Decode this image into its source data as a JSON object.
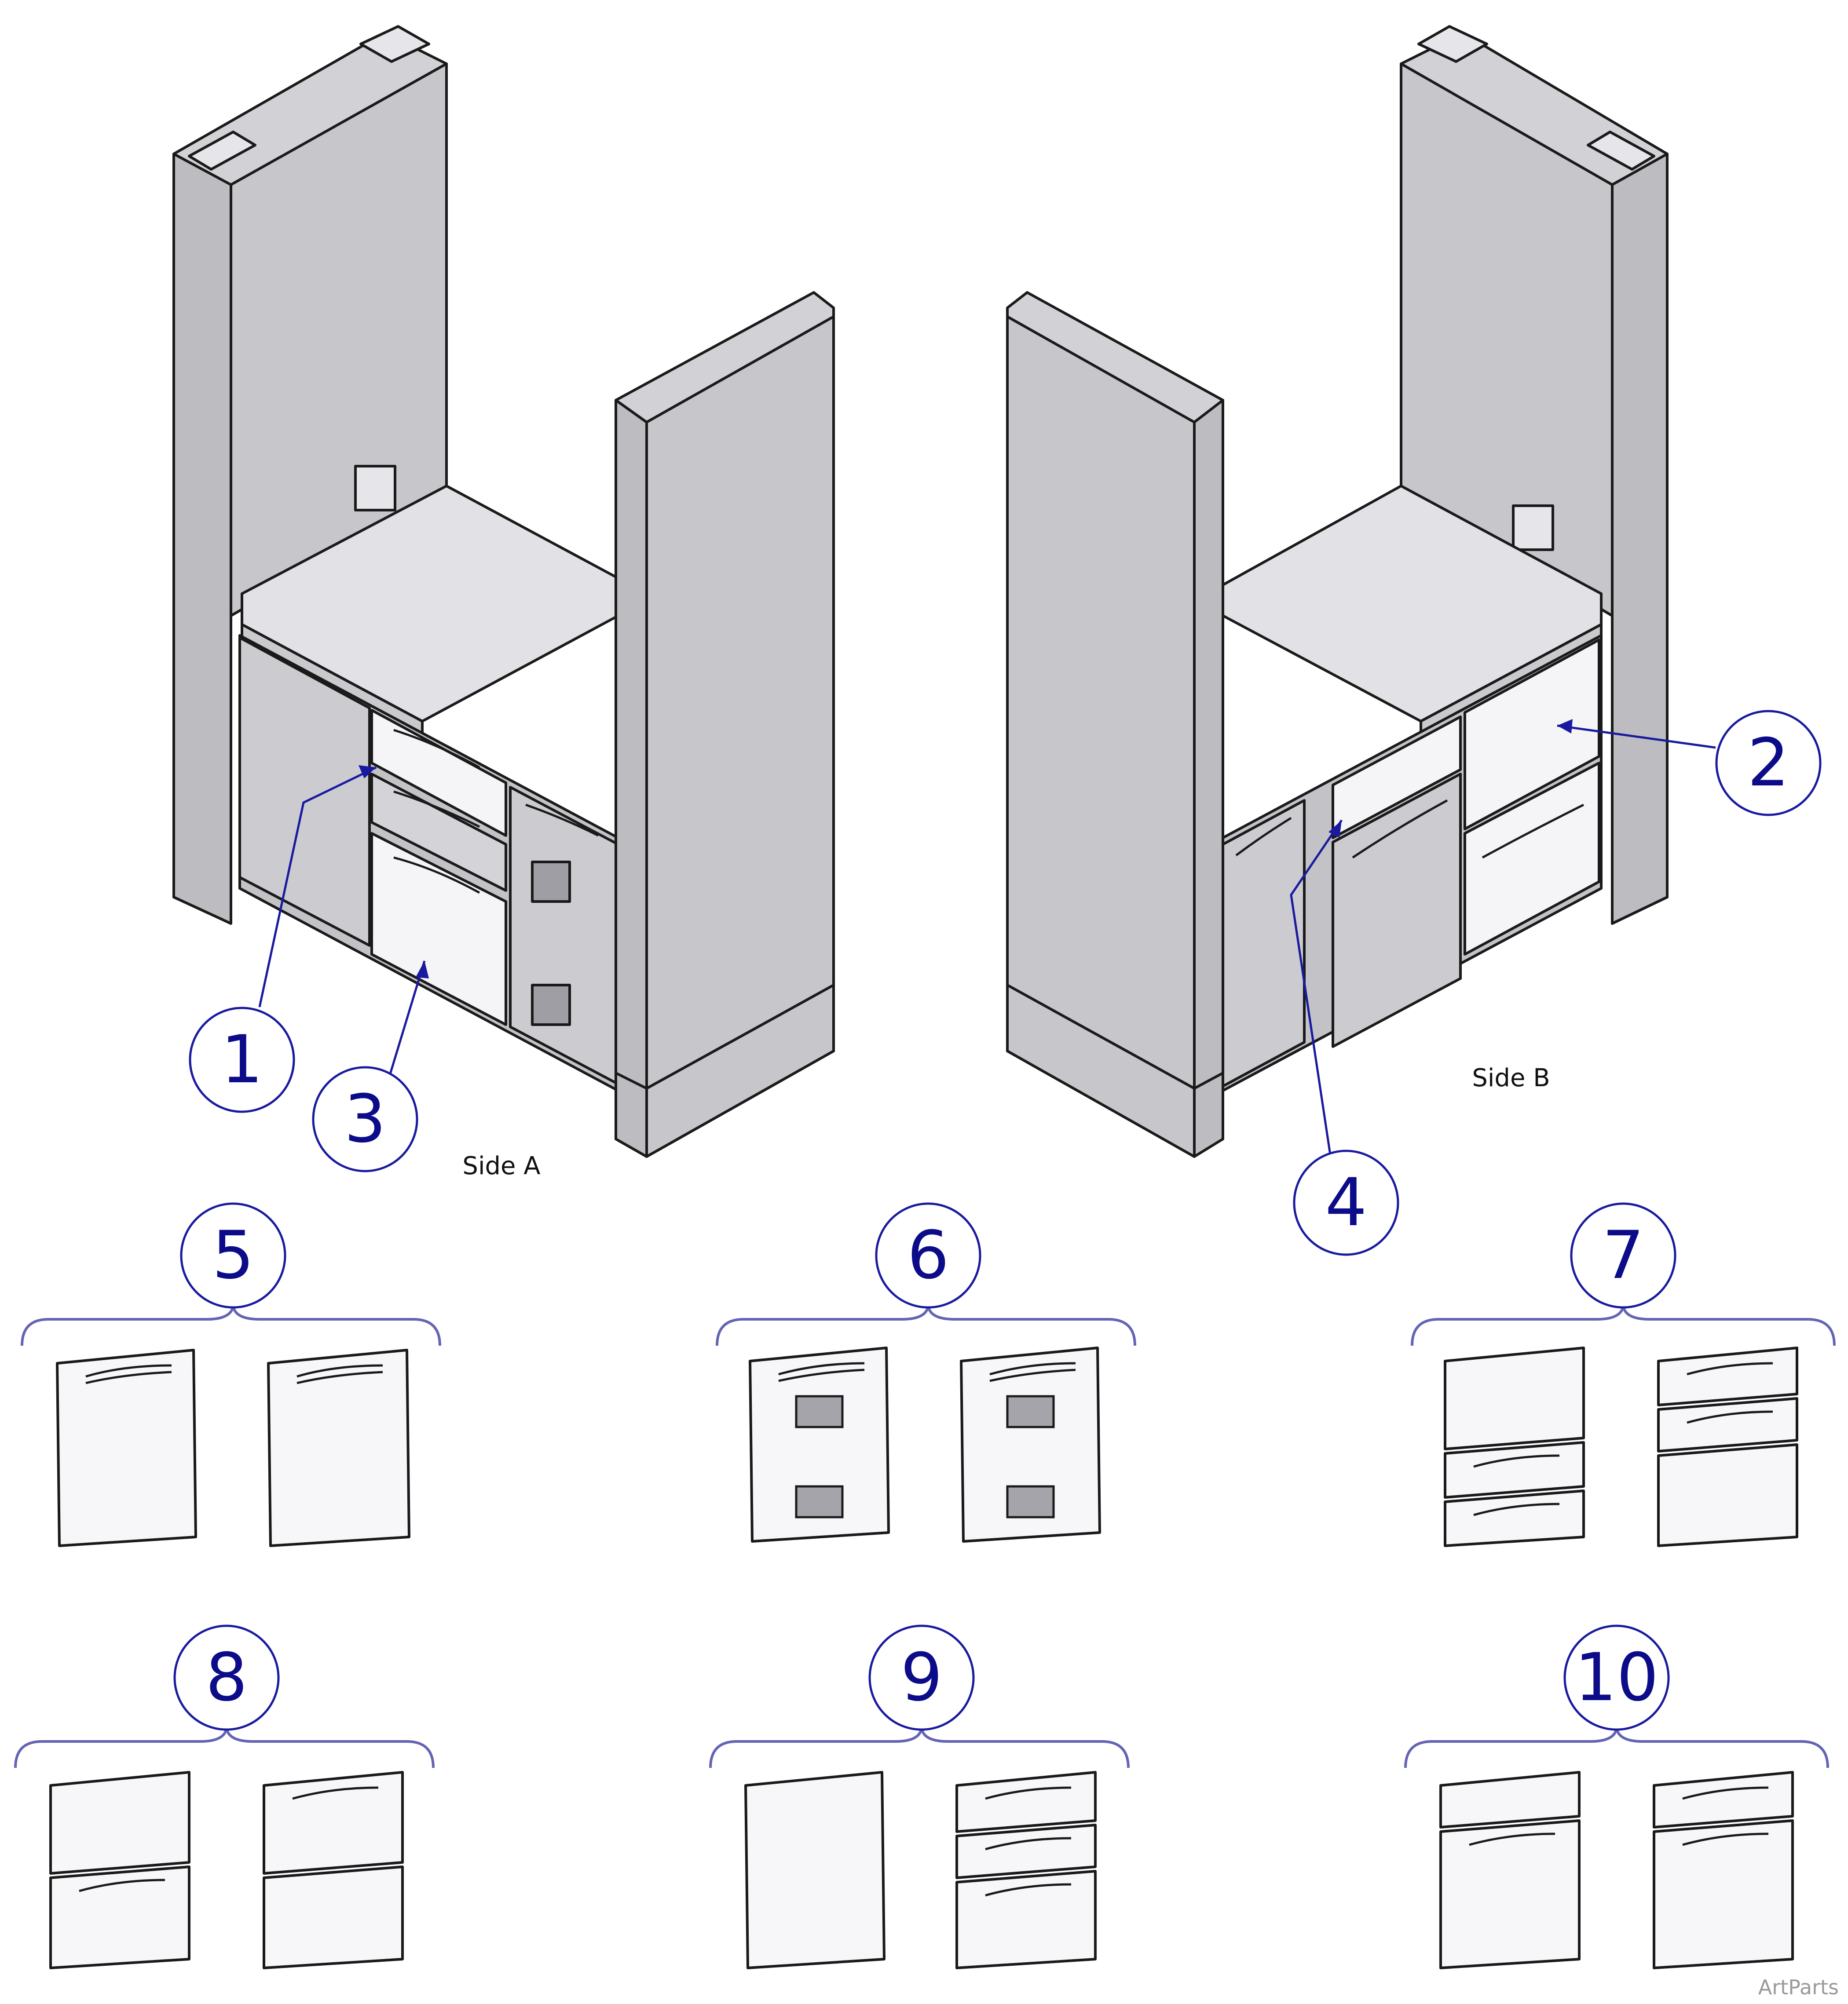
{
  "labels": {
    "side_a": "Side A",
    "side_b": "Side B",
    "watermark": "ArtParts"
  },
  "callouts": [
    "1",
    "2",
    "3",
    "4",
    "5",
    "6",
    "7",
    "8",
    "9",
    "10"
  ],
  "colors": {
    "cabinet_fill": "#d2d2d6",
    "cabinet_dark": "#b9b9be",
    "front_fill": "#f5f5f7",
    "outline": "#1a1a1a",
    "callout": "#1a1aa0",
    "callout_text": "#0c0c8a",
    "bracket": "#6464b4"
  }
}
